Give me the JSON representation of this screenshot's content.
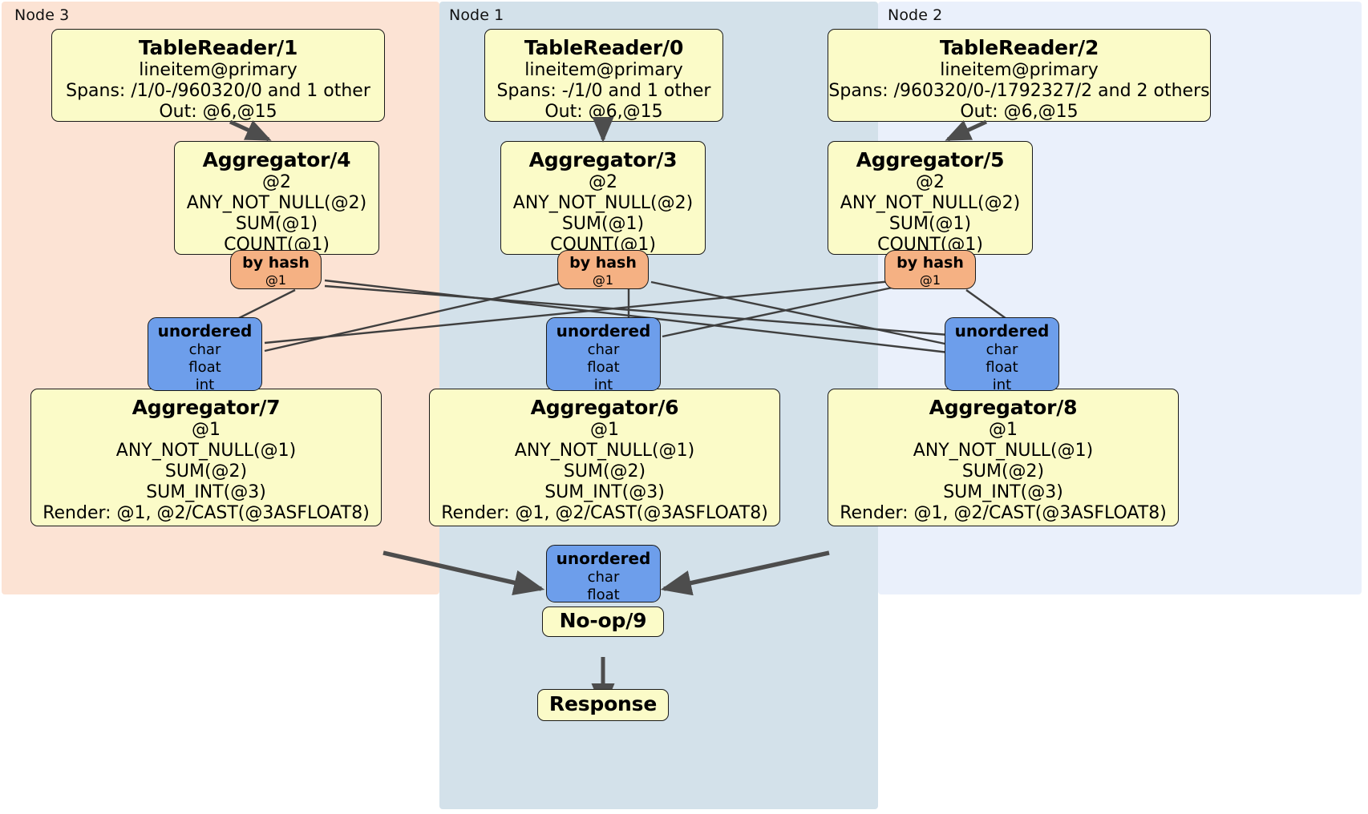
{
  "diagram": {
    "type": "distributed-query-plan",
    "colors": {
      "node3_bg": "#fce3d4",
      "node1_bg": "#d3e1ea",
      "node2_bg": "#eaf0fb",
      "processor_bg": "#fbfbc8",
      "router_bg": "#f5b183",
      "receiver_bg": "#6d9eeb",
      "edge": "#4d4d4d",
      "border": "#1a1a1a"
    }
  },
  "panels": [
    {
      "id": "node3",
      "label": "Node 3"
    },
    {
      "id": "node1",
      "label": "Node 1"
    },
    {
      "id": "node2",
      "label": "Node 2"
    }
  ],
  "processors": {
    "tablereader_1": {
      "title": "TableReader/1",
      "lines": [
        "lineitem@primary",
        "Spans: /1/0-/960320/0 and 1 other",
        "Out: @6,@15"
      ]
    },
    "tablereader_0": {
      "title": "TableReader/0",
      "lines": [
        "lineitem@primary",
        "Spans: -/1/0 and 1 other",
        "Out: @6,@15"
      ]
    },
    "tablereader_2": {
      "title": "TableReader/2",
      "lines": [
        "lineitem@primary",
        "Spans: /960320/0-/1792327/2 and 2 others",
        "Out: @6,@15"
      ]
    },
    "aggregator_4": {
      "title": "Aggregator/4",
      "lines": [
        "@2",
        "ANY_NOT_NULL(@2)",
        "SUM(@1)",
        "COUNT(@1)"
      ]
    },
    "aggregator_3": {
      "title": "Aggregator/3",
      "lines": [
        "@2",
        "ANY_NOT_NULL(@2)",
        "SUM(@1)",
        "COUNT(@1)"
      ]
    },
    "aggregator_5": {
      "title": "Aggregator/5",
      "lines": [
        "@2",
        "ANY_NOT_NULL(@2)",
        "SUM(@1)",
        "COUNT(@1)"
      ]
    },
    "aggregator_7": {
      "title": "Aggregator/7",
      "lines": [
        "@1",
        "ANY_NOT_NULL(@1)",
        "SUM(@2)",
        "SUM_INT(@3)",
        "Render: @1, @2/CAST(@3ASFLOAT8)"
      ]
    },
    "aggregator_6": {
      "title": "Aggregator/6",
      "lines": [
        "@1",
        "ANY_NOT_NULL(@1)",
        "SUM(@2)",
        "SUM_INT(@3)",
        "Render: @1, @2/CAST(@3ASFLOAT8)"
      ]
    },
    "aggregator_8": {
      "title": "Aggregator/8",
      "lines": [
        "@1",
        "ANY_NOT_NULL(@1)",
        "SUM(@2)",
        "SUM_INT(@3)",
        "Render: @1, @2/CAST(@3ASFLOAT8)"
      ]
    },
    "noop_9": {
      "title": "No-op/9",
      "lines": []
    },
    "response": {
      "title": "Response",
      "lines": []
    }
  },
  "routers": {
    "byhash_node3": {
      "title": "by hash",
      "lines": [
        "@1"
      ]
    },
    "byhash_node1": {
      "title": "by hash",
      "lines": [
        "@1"
      ]
    },
    "byhash_node2": {
      "title": "by hash",
      "lines": [
        "@1"
      ]
    }
  },
  "receivers": {
    "unordered_node3": {
      "title": "unordered",
      "lines": [
        "char",
        "float",
        "int"
      ]
    },
    "unordered_node1": {
      "title": "unordered",
      "lines": [
        "char",
        "float",
        "int"
      ]
    },
    "unordered_node2": {
      "title": "unordered",
      "lines": [
        "char",
        "float",
        "int"
      ]
    },
    "unordered_final": {
      "title": "unordered",
      "lines": [
        "char",
        "float"
      ]
    }
  }
}
